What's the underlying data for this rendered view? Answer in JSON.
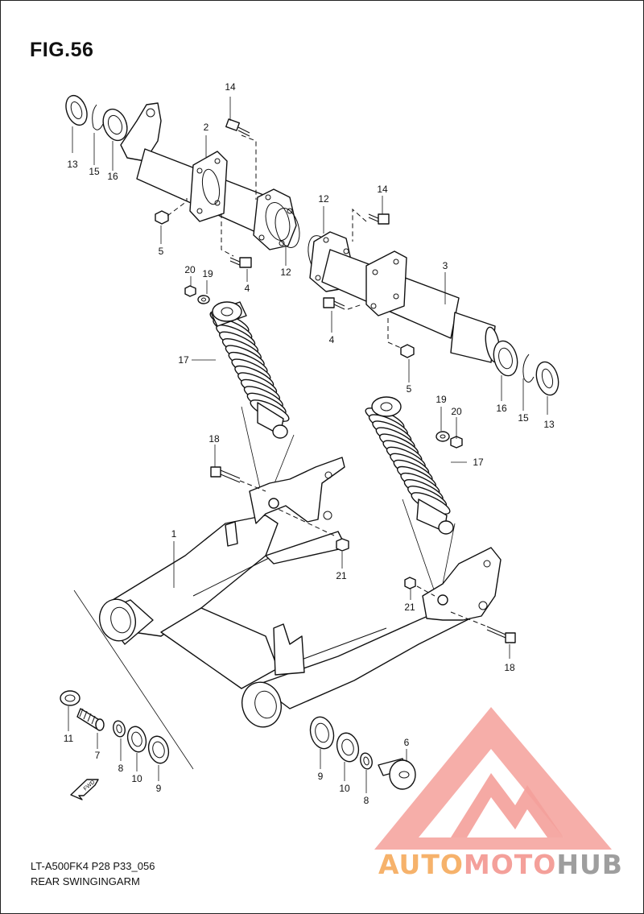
{
  "figure": {
    "title": "FIG.56",
    "code": "LT-A500FK4 P28 P33_056",
    "name": "REAR SWINGINGARM"
  },
  "parts": [
    {
      "id": "p-14a",
      "label": "14"
    },
    {
      "id": "p-2",
      "label": "2"
    },
    {
      "id": "p-13a",
      "label": "13"
    },
    {
      "id": "p-15a",
      "label": "15"
    },
    {
      "id": "p-16a",
      "label": "16"
    },
    {
      "id": "p-5a",
      "label": "5"
    },
    {
      "id": "p-4a",
      "label": "4"
    },
    {
      "id": "p-12a",
      "label": "12"
    },
    {
      "id": "p-12b",
      "label": "12"
    },
    {
      "id": "p-14b",
      "label": "14"
    },
    {
      "id": "p-3",
      "label": "3"
    },
    {
      "id": "p-4b",
      "label": "4"
    },
    {
      "id": "p-5b",
      "label": "5"
    },
    {
      "id": "p-16b",
      "label": "16"
    },
    {
      "id": "p-15b",
      "label": "15"
    },
    {
      "id": "p-13b",
      "label": "13"
    },
    {
      "id": "p-20a",
      "label": "20"
    },
    {
      "id": "p-19a",
      "label": "19"
    },
    {
      "id": "p-17a",
      "label": "17"
    },
    {
      "id": "p-19b",
      "label": "19"
    },
    {
      "id": "p-20b",
      "label": "20"
    },
    {
      "id": "p-17b",
      "label": "17"
    },
    {
      "id": "p-18a",
      "label": "18"
    },
    {
      "id": "p-1",
      "label": "1"
    },
    {
      "id": "p-21a",
      "label": "21"
    },
    {
      "id": "p-21b",
      "label": "21"
    },
    {
      "id": "p-18b",
      "label": "18"
    },
    {
      "id": "p-11",
      "label": "11"
    },
    {
      "id": "p-7",
      "label": "7"
    },
    {
      "id": "p-8a",
      "label": "8"
    },
    {
      "id": "p-10a",
      "label": "10"
    },
    {
      "id": "p-9a",
      "label": "9"
    },
    {
      "id": "p-9b",
      "label": "9"
    },
    {
      "id": "p-10b",
      "label": "10"
    },
    {
      "id": "p-8b",
      "label": "8"
    },
    {
      "id": "p-6",
      "label": "6"
    }
  ],
  "direction_marker": "FWD",
  "watermark": {
    "text_orange": "AUTO",
    "text_red": "MOTO",
    "text_gray": "HUB",
    "color_orange": "#f6b26b",
    "color_red": "#f4a09a",
    "color_gray": "#9e9e9e"
  }
}
